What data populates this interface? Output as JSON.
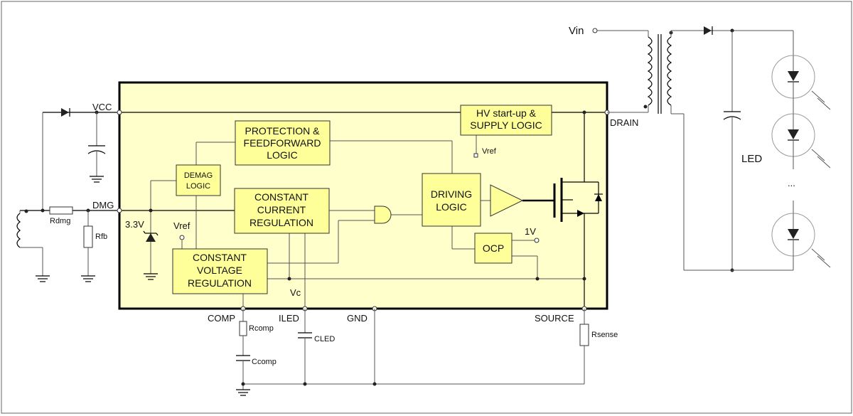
{
  "blocks": {
    "protection": [
      "PROTECTION &",
      "FEEDFORWARD",
      "LOGIC"
    ],
    "hv_startup": [
      "HV start-up &",
      "SUPPLY LOGIC"
    ],
    "demag": [
      "DEMAG",
      "LOGIC"
    ],
    "constant_current": [
      "CONSTANT",
      "CURRENT",
      "REGULATION"
    ],
    "driving": [
      "DRIVING",
      "LOGIC"
    ],
    "ocp": "OCP",
    "constant_voltage": [
      "CONSTANT",
      "VOLTAGE",
      "REGULATION"
    ]
  },
  "pins": {
    "vcc": "VCC",
    "dmg": "DMG",
    "drain": "DRAIN",
    "comp": "COMP",
    "iled": "ILED",
    "gnd": "GND",
    "source": "SOURCE"
  },
  "labels": {
    "vin": "Vin",
    "vref_top": "Vref",
    "vref_left": "Vref",
    "zener_33v": "3.3V",
    "one_volt": "1V",
    "vc": "Vc",
    "led": "LED",
    "ellipsis": "..."
  },
  "components": {
    "rdmg": "Rdmg",
    "rfb": "Rfb",
    "rcomp": "Rcomp",
    "ccomp": "Ccomp",
    "cled": "CLED",
    "rsense": "Rsense"
  }
}
